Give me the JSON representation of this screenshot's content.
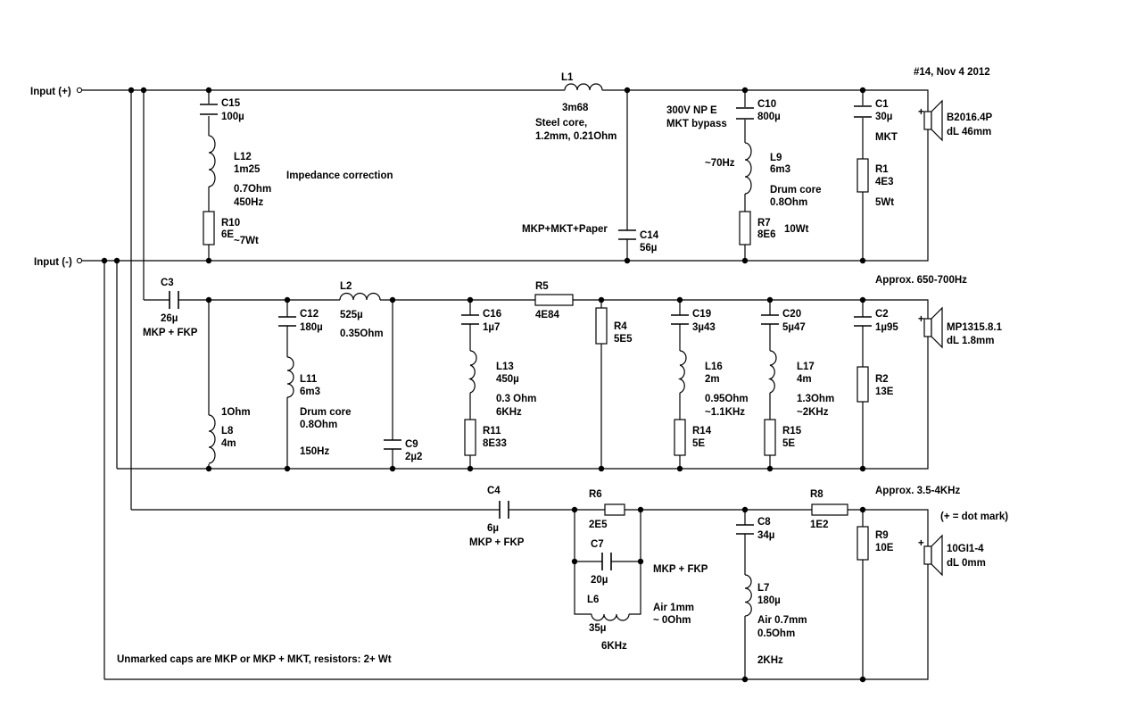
{
  "header": {
    "id_date": "#14, Nov 4 2012"
  },
  "inputs": {
    "positive": "Input (+)",
    "negative": "Input (-)"
  },
  "notes": {
    "impedance": "Impedance correction",
    "band1": "Approx. 650-700Hz",
    "band2": "Approx. 3.5-4KHz",
    "dot_mark": "(+ = dot mark)",
    "unmarked": "Unmarked caps are MKP or MKP + MKT, resistors: 2+ Wt",
    "plus": "+"
  },
  "components": {
    "L1": {
      "name": "L1",
      "value": "3m68",
      "note1": "Steel core,",
      "note2": "1.2mm, 0.21Ohm"
    },
    "C15": {
      "name": "C15",
      "value": "100µ"
    },
    "L12": {
      "name": "L12",
      "value": "1m25",
      "note1": "0.7Ohm",
      "note2": "450Hz"
    },
    "R10": {
      "name": "R10",
      "value": "6E",
      "note": "~7Wt"
    },
    "C14": {
      "name": "C14",
      "value": "56µ",
      "note": "MKP+MKT+Paper"
    },
    "C10": {
      "name": "C10",
      "value": "800µ",
      "note1": "300V NP E",
      "note2": "MKT bypass"
    },
    "L9": {
      "name": "L9",
      "value": "6m3",
      "freq": "~70Hz",
      "note1": "Drum core",
      "note2": "0.8Ohm"
    },
    "R7": {
      "name": "R7",
      "value": "8E6",
      "note": "10Wt"
    },
    "C1": {
      "name": "C1",
      "value": "30µ",
      "note": "MKT"
    },
    "R1": {
      "name": "R1",
      "value": "4E3",
      "note": "5Wt"
    },
    "C3": {
      "name": "C3",
      "value": "26µ",
      "note": "MKP + FKP"
    },
    "L8": {
      "name": "L8",
      "value": "4m",
      "note": "1Ohm"
    },
    "C12": {
      "name": "C12",
      "value": "180µ"
    },
    "L11": {
      "name": "L11",
      "value": "6m3",
      "note1": "Drum core",
      "note2": "0.8Ohm",
      "freq": "150Hz"
    },
    "L2": {
      "name": "L2",
      "value": "525µ",
      "note": "0.35Ohm"
    },
    "C9": {
      "name": "C9",
      "value": "2µ2"
    },
    "C16": {
      "name": "C16",
      "value": "1µ7"
    },
    "L13": {
      "name": "L13",
      "value": "450µ",
      "note1": "0.3 Ohm",
      "note2": "6KHz"
    },
    "R11": {
      "name": "R11",
      "value": "8E33"
    },
    "R5": {
      "name": "R5",
      "value": "4E84"
    },
    "R4": {
      "name": "R4",
      "value": "5E5"
    },
    "C19": {
      "name": "C19",
      "value": "3µ43"
    },
    "L16": {
      "name": "L16",
      "value": "2m",
      "note1": "0.95Ohm",
      "note2": "~1.1KHz"
    },
    "R14": {
      "name": "R14",
      "value": "5E"
    },
    "C20": {
      "name": "C20",
      "value": "5µ47"
    },
    "L17": {
      "name": "L17",
      "value": "4m",
      "note1": "1.3Ohm",
      "note2": "~2KHz"
    },
    "R15": {
      "name": "R15",
      "value": "5E"
    },
    "C2": {
      "name": "C2",
      "value": "1µ95"
    },
    "R2": {
      "name": "R2",
      "value": "13E"
    },
    "C4": {
      "name": "C4",
      "value": "6µ",
      "note": "MKP + FKP"
    },
    "R6": {
      "name": "R6",
      "value": "2E5"
    },
    "C7": {
      "name": "C7",
      "value": "20µ",
      "note": "MKP + FKP"
    },
    "L6": {
      "name": "L6",
      "value": "35µ",
      "note1": "Air 1mm",
      "note2": "~ 0Ohm",
      "freq": "6KHz"
    },
    "C8": {
      "name": "C8",
      "value": "34µ"
    },
    "L7": {
      "name": "L7",
      "value": "180µ",
      "note1": "Air 0.7mm",
      "note2": "0.5Ohm",
      "freq": "2KHz"
    },
    "R8": {
      "name": "R8",
      "value": "1E2"
    },
    "R9": {
      "name": "R9",
      "value": "10E"
    }
  },
  "speakers": {
    "woofer": {
      "model": "B2016.4P",
      "level": "dL 46mm"
    },
    "midrange": {
      "model": "MP1315.8.1",
      "level": "dL 1.8mm"
    },
    "tweeter": {
      "model": "10GI1-4",
      "level": "dL 0mm"
    }
  }
}
